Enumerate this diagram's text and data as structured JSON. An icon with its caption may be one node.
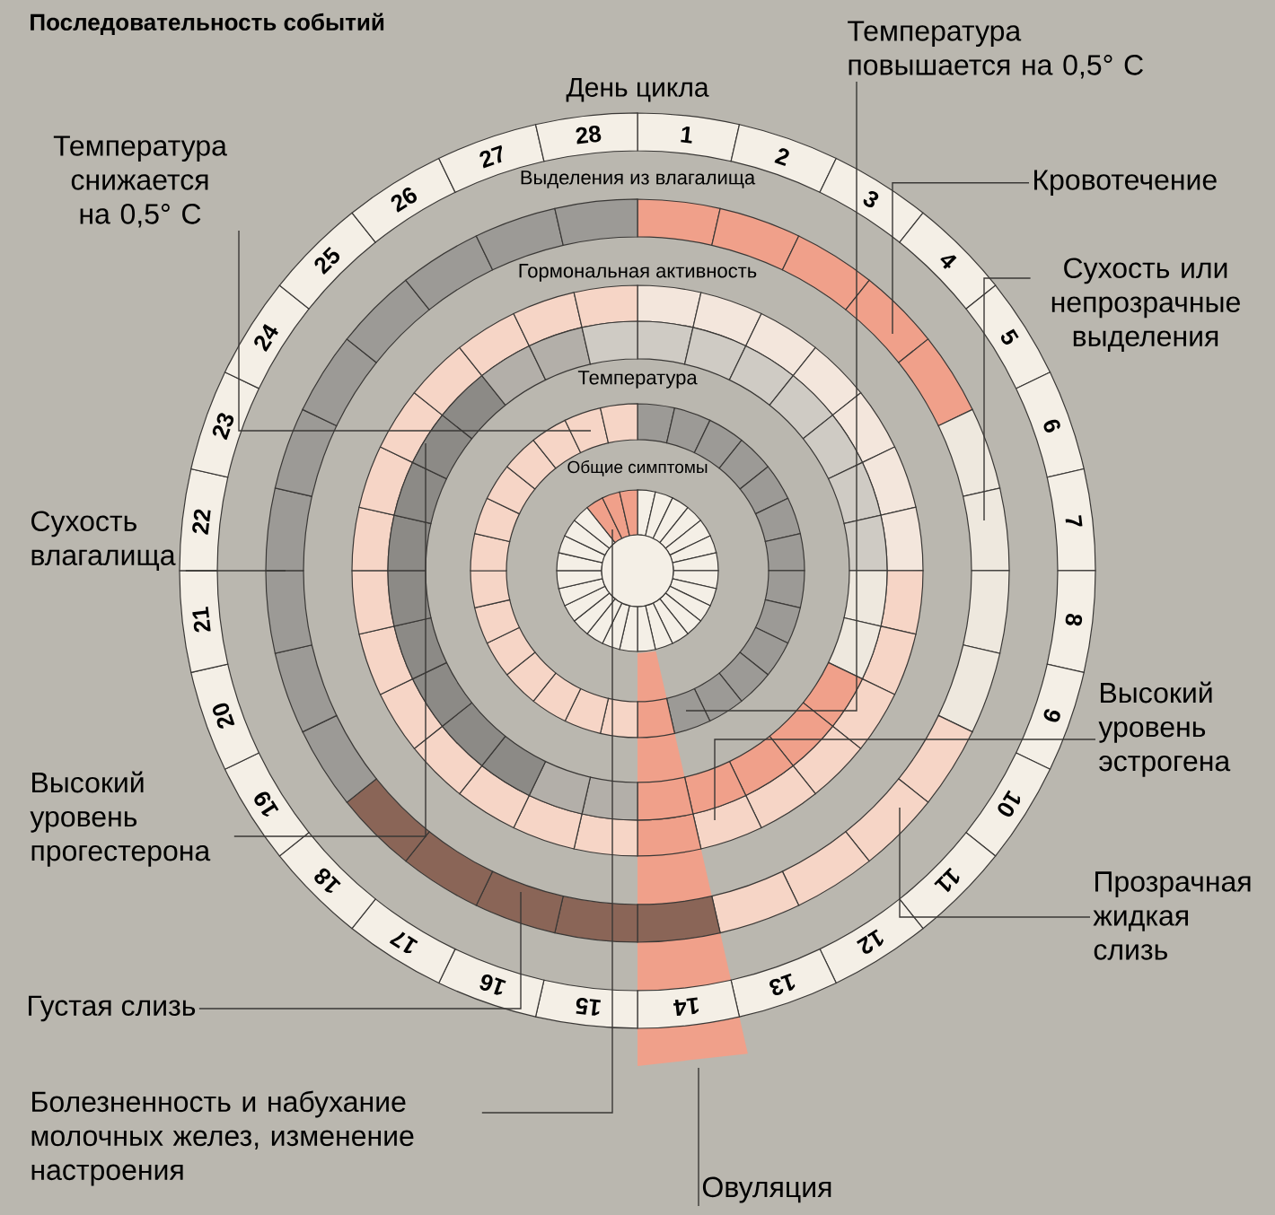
{
  "diagram": {
    "title": "Последовательность событий",
    "nodes": [
      {
        "text": [
          "Температура снижается на 0,5° С"
        ]
      },
      {
        "text": [
          "Температура повышается на 0,5° С"
        ]
      },
      {
        "text": [
          "Кровотечение"
        ]
      },
      {
        "text": [
          "Сухость или непрозрачные выделения"
        ]
      },
      {
        "text": [
          "Сухость влагалища"
        ]
      },
      {
        "text": [
          "Высокий уровень эстрогена"
        ]
      },
      {
        "text": [
          "Высокий уровень прогестерона"
        ]
      },
      {
        "text": [
          "Прозрачная жидкая слизь"
        ]
      },
      {
        "text": [
          "Густая слизь"
        ]
      },
      {
        "text": [
          "Болезненность и набухание молочных желез, изменение настроения"
        ]
      },
      {
        "text": [
          "Овуляция"
        ]
      }
    ],
    "edges": [
      {
        "from": 0,
        "to": null,
        "arrow": "none"
      },
      {
        "from": 1,
        "to": null,
        "arrow": "none"
      },
      {
        "from": 2,
        "to": null,
        "arrow": "none"
      },
      {
        "from": 3,
        "to": null,
        "arrow": "none"
      },
      {
        "from": 4,
        "to": null,
        "arrow": "none"
      },
      {
        "from": 5,
        "to": null,
        "arrow": "none"
      },
      {
        "from": 6,
        "to": null,
        "arrow": "none"
      },
      {
        "from": 7,
        "to": null,
        "arrow": "none"
      },
      {
        "from": 8,
        "to": null,
        "arrow": "none"
      },
      {
        "from": 9,
        "to": null,
        "arrow": "none"
      },
      {
        "from": 10,
        "to": null,
        "arrow": "none"
      }
    ],
    "labels": [
      "День цикла",
      "1",
      "2",
      "3",
      "4",
      "5",
      "6",
      "7",
      "8",
      "9",
      "10",
      "11",
      "12",
      "13",
      "14",
      "15",
      "16",
      "17",
      "18",
      "19",
      "20",
      "21",
      "22",
      "23",
      "24",
      "25",
      "26",
      "27",
      "28",
      "Выделения из влагалища",
      "Гормональная активность",
      "Температура",
      "Общие симптомы"
    ]
  }
}
